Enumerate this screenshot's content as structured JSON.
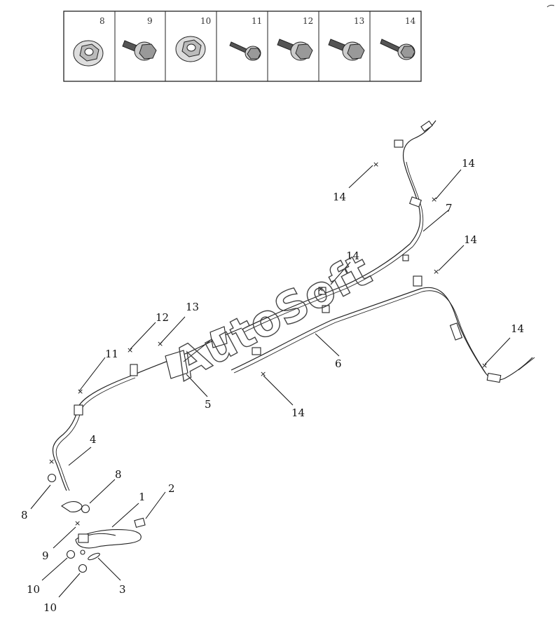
{
  "hardware_table": {
    "cells": [
      {
        "number": "8",
        "icon": "flange-nut-icon"
      },
      {
        "number": "9",
        "icon": "hex-flange-bolt-icon"
      },
      {
        "number": "10",
        "icon": "flange-nut-icon"
      },
      {
        "number": "11",
        "icon": "small-bolt-icon"
      },
      {
        "number": "12",
        "icon": "hex-flange-bolt-icon"
      },
      {
        "number": "13",
        "icon": "hex-flange-bolt-icon"
      },
      {
        "number": "14",
        "icon": "long-screw-icon"
      }
    ]
  },
  "diagram": {
    "callouts": {
      "c1": "1",
      "c2": "2",
      "c3": "3",
      "c4": "4",
      "c5": "5",
      "c6": "6",
      "c7": "7",
      "c8a": "8",
      "c8b": "8",
      "c9": "9",
      "c10a": "10",
      "c10b": "10",
      "c11": "11",
      "c12": "12",
      "c13": "13",
      "c14a": "14",
      "c14b": "14",
      "c14c": "14",
      "c14d": "14",
      "c14e": "14",
      "c14f": "14"
    },
    "watermark": "AutoSoft"
  }
}
